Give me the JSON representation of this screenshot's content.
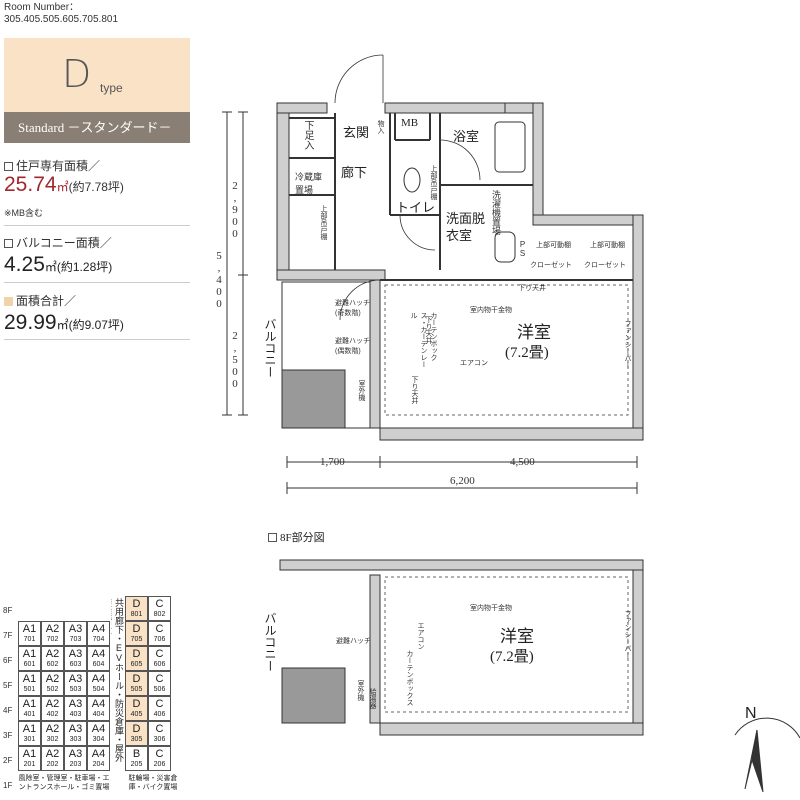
{
  "header": {
    "room_number_label": "Room Number：",
    "room_numbers": "305.405.505.605.705.801"
  },
  "type_card": {
    "letter": "D",
    "suffix": "type",
    "grade": "Standard －スタンダード－",
    "bg_color": "#f9e2c6",
    "bar_color": "#8a7f74"
  },
  "areas": {
    "private_label": "住戸専有面積／",
    "private_value": "25.74",
    "private_unit": "㎡",
    "private_tsubo": "(約7.78坪)",
    "private_note": "※MB含む",
    "balcony_label": "バルコニー面積／",
    "balcony_value": "4.25",
    "balcony_unit": "㎡",
    "balcony_tsubo": "(約1.28坪)",
    "total_label": "面積合計／",
    "total_value": "29.99",
    "total_unit": "㎡",
    "total_tsubo": "(約9.07坪)",
    "accent_color": "#a0282d"
  },
  "plan": {
    "rooms": {
      "entrance": "玄関",
      "shoe": "下足入",
      "mb": "MB",
      "bath": "浴室",
      "hall": "廊下",
      "fridge": "冷蔵庫置場",
      "toilet": "トイレ",
      "washroom": "洗面脱衣室",
      "washer": "洗濯機置場",
      "ps": "PS",
      "western": "洋室",
      "western_size": "(7.2畳)",
      "balcony": "バルコニー",
      "closet1": "クローゼット",
      "closet2": "クローゼット",
      "upper_shelf1": "上部吊戸棚",
      "upper_shelf2": "上部吊戸棚",
      "upper_shelf3": "上部可動棚",
      "upper_shelf4": "上部可動棚",
      "hatch1": "避難ハッチ",
      "hatch1_sub": "(奇数階)",
      "hatch2": "避難ハッチ",
      "hatch2_sub": "(偶数階)",
      "outdoor_unit": "室外機",
      "drop_ceiling": "下り天井",
      "drop_ceiling2": "下り天井",
      "drop_ceiling3": "下り天井",
      "laundry_hook": "室内物干金物",
      "aircon": "エアコン",
      "curtain_box": "カーテンボックス・カーテンレール",
      "fan_heater": "ファンシーバー",
      "shelf": "物入"
    },
    "dims": {
      "v_top": "2,900",
      "v_mid": "2,500",
      "v_total": "5,400",
      "h_left": "1,700",
      "h_right": "4,500",
      "h_total": "6,200"
    }
  },
  "partial_plan": {
    "title": "8F部分図",
    "western": "洋室",
    "western_size": "(7.2畳)",
    "balcony": "バルコニー",
    "hatch": "避難ハッチ",
    "outdoor_unit": "室外機",
    "water_heater": "給湯器",
    "laundry_hook": "室内物干金物",
    "aircon": "エアコン",
    "curtain_box": "カーテンボックス",
    "fan_heater": "ファンシーバー",
    "north": "N"
  },
  "floor_map": {
    "floors": [
      "8F",
      "7F",
      "6F",
      "5F",
      "4F",
      "3F",
      "2F",
      "1F"
    ],
    "rows": [
      {
        "floor": "7F",
        "cells": [
          [
            "A1",
            "701"
          ],
          [
            "A2",
            "702"
          ],
          [
            "A3",
            "703"
          ],
          [
            "A4",
            "704"
          ]
        ],
        "right": [
          [
            "D",
            "705"
          ],
          [
            "C",
            "706"
          ]
        ]
      },
      {
        "floor": "6F",
        "cells": [
          [
            "A1",
            "601"
          ],
          [
            "A2",
            "602"
          ],
          [
            "A3",
            "603"
          ],
          [
            "A4",
            "604"
          ]
        ],
        "right": [
          [
            "D",
            "605"
          ],
          [
            "C",
            "606"
          ]
        ]
      },
      {
        "floor": "5F",
        "cells": [
          [
            "A1",
            "501"
          ],
          [
            "A2",
            "502"
          ],
          [
            "A3",
            "503"
          ],
          [
            "A4",
            "504"
          ]
        ],
        "right": [
          [
            "D",
            "505"
          ],
          [
            "C",
            "506"
          ]
        ]
      },
      {
        "floor": "4F",
        "cells": [
          [
            "A1",
            "401"
          ],
          [
            "A2",
            "402"
          ],
          [
            "A3",
            "403"
          ],
          [
            "A4",
            "404"
          ]
        ],
        "right": [
          [
            "D",
            "405"
          ],
          [
            "C",
            "406"
          ]
        ]
      },
      {
        "floor": "3F",
        "cells": [
          [
            "A1",
            "301"
          ],
          [
            "A2",
            "302"
          ],
          [
            "A3",
            "303"
          ],
          [
            "A4",
            "304"
          ]
        ],
        "right": [
          [
            "D",
            "305"
          ],
          [
            "C",
            "306"
          ]
        ]
      },
      {
        "floor": "2F",
        "cells": [
          [
            "A1",
            "201"
          ],
          [
            "A2",
            "202"
          ],
          [
            "A3",
            "203"
          ],
          [
            "A4",
            "204"
          ]
        ],
        "right": [
          [
            "B",
            "205"
          ],
          [
            "C",
            "206"
          ]
        ]
      }
    ],
    "top_right": [
      [
        "D",
        "801"
      ],
      [
        "C",
        "802"
      ]
    ],
    "shared_column": "共用廊下・EVホール・防災倉庫・屋外避難階段",
    "ground_left": "風除室・管理室・駐車場・エントランスホール・ゴミ置場",
    "ground_right": "駐輪場・災害倉庫・バイク置場",
    "highlight_color": "#f9e2c6"
  }
}
